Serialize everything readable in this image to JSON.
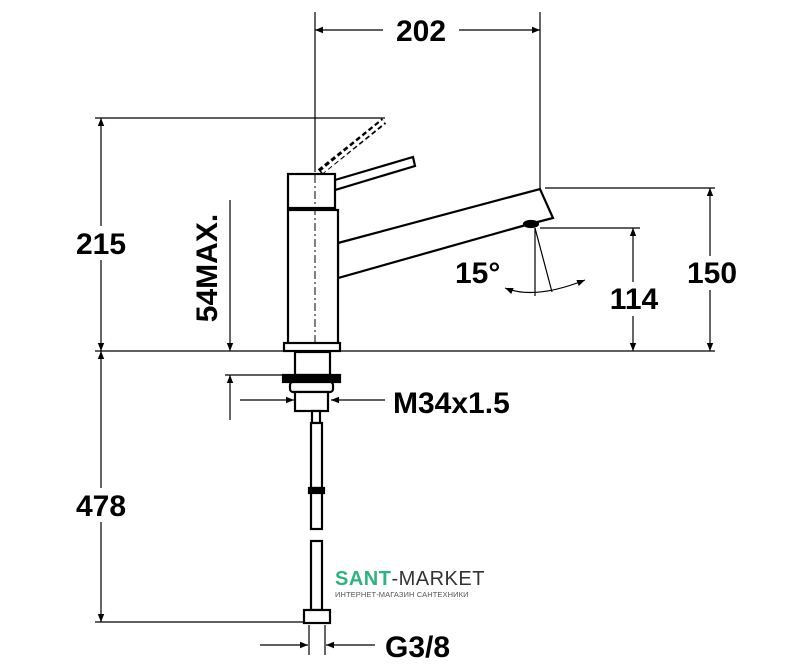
{
  "dimensions": {
    "spout_reach": "202",
    "total_height": "215",
    "max_thickness": "54MAX.",
    "swivel_angle": "15°",
    "aerator_height": "114",
    "spout_height": "150",
    "thread": "M34x1.5",
    "hose_length": "478",
    "connection": "G3/8"
  },
  "logo": {
    "brand_part1": "SANT",
    "brand_part2": "-MARKET",
    "tagline": "ИНТЕРНЕТ-МАГАЗИН САНТЕХНИКИ",
    "color": "#2fb37e"
  }
}
